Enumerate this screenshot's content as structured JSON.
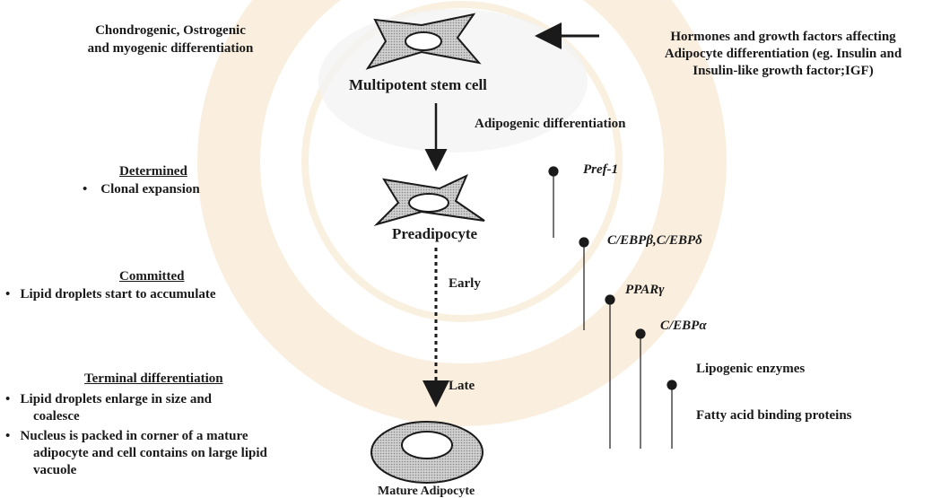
{
  "left": {
    "other_differentiation": [
      "Chondrogenic, Ostrogenic",
      "and myogenic differentiation"
    ],
    "determined": {
      "heading": "Determined",
      "bullets": [
        "Clonal expansion"
      ]
    },
    "committed": {
      "heading": "Committed",
      "bullets": [
        "Lipid droplets start to accumulate"
      ]
    },
    "terminal": {
      "heading": "Terminal differentiation",
      "bullets": [
        [
          "Lipid droplets enlarge in size and",
          "coalesce"
        ],
        [
          "Nucleus is packed in corner of a mature",
          "adipocyte and cell contains on large lipid",
          "vacuole"
        ]
      ]
    }
  },
  "hormones": [
    "Hormones and growth factors affecting",
    "Adipocyte differentiation (eg. Insulin and",
    "Insulin-like growth factor;IGF)"
  ],
  "cells": {
    "stem": "Multipotent stem cell",
    "pre": "Preadipocyte",
    "mature": "Mature Adipocyte"
  },
  "adipogenic": "Adipogenic differentiation",
  "stages": {
    "early": "Early",
    "late": "Late"
  },
  "markers": {
    "pref1": "Pref-1",
    "cebp_bd": "C/EBPβ,C/EBPδ",
    "pparg": "PPARγ",
    "cebpa": "C/EBPα",
    "lipogenic": "Lipogenic enzymes",
    "fabp": "Fatty acid binding proteins"
  },
  "colors": {
    "ink": "#1a1a1a",
    "cell_fill": "#bdbdbd",
    "watermark": "#f3d6a8"
  }
}
